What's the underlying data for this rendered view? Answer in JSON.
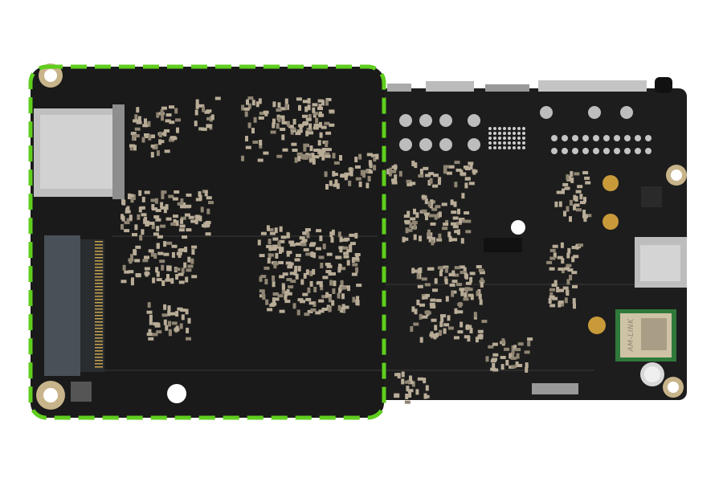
{
  "image": {
    "subject": "pcb-board-bottom-view",
    "module_logo_text": "AM-LINK",
    "colors": {
      "board": "#1c1c1c",
      "highlight_outline": "#5fce1e",
      "component": "#b9ad98",
      "metal": "#c9c9c9",
      "module": "#cfc3a6",
      "gold": "#c99a3a"
    },
    "highlight": {
      "style": "dashed",
      "region": "left-half"
    }
  }
}
